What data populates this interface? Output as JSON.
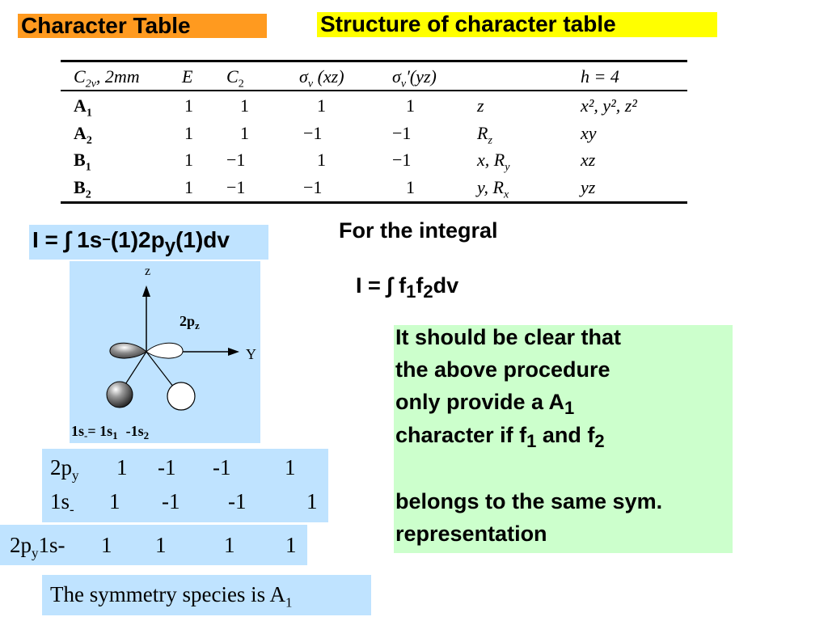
{
  "headers": {
    "left": "Character Table",
    "right": "Structure of character table"
  },
  "char_table": {
    "header": {
      "group": "C",
      "group_sub": "2v",
      "group_rest": ", 2mm",
      "E": "E",
      "C2": "C",
      "C2_sub": "2",
      "sv": "σ",
      "sv_sub": "v",
      "sv_arg": " (xz)",
      "svp": "σ",
      "svp_sub": "v",
      "svp_arg": "′(yz)",
      "h": "h = 4"
    },
    "rows": [
      {
        "label": "A",
        "label_sub": "1",
        "E": "1",
        "C2": "1",
        "sv": "1",
        "svp": "1",
        "basis1": "z",
        "basis2": "x², y², z²"
      },
      {
        "label": "A",
        "label_sub": "2",
        "E": "1",
        "C2": "1",
        "sv": "−1",
        "svp": "−1",
        "basis1": "R",
        "basis1_sub": "z",
        "basis2": "xy"
      },
      {
        "label": "B",
        "label_sub": "1",
        "E": "1",
        "C2": "−1",
        "sv": "1",
        "svp": "−1",
        "basis1": "x, R",
        "basis1_sub": "y",
        "basis2": "xz"
      },
      {
        "label": "B",
        "label_sub": "2",
        "E": "1",
        "C2": "−1",
        "sv": "−1",
        "svp": "1",
        "basis1": "y, R",
        "basis1_sub": "x",
        "basis2": "yz"
      }
    ]
  },
  "integral_formula": {
    "prefix": "I = ∫ 1s",
    "minus": "−",
    "mid": "(1)2p",
    "sub": "y",
    "suffix": "(1)dv"
  },
  "diagram": {
    "axis_z": "z",
    "axis_y": "Y",
    "orbital_label": "2p",
    "orbital_label_sub": "z",
    "caption_a": "1s",
    "caption_a_sub": "-",
    "caption_b": "= 1s",
    "caption_b_sub": "1",
    "caption_c": "-1s",
    "caption_c_sub": "2"
  },
  "for_integral": "For the integral",
  "integral2": {
    "prefix": "I = ∫ f",
    "sub1": "1",
    "mid": "f",
    "sub2": "2",
    "suffix": "dv"
  },
  "note": {
    "line1": "It should be clear that",
    "line2": "the above procedure",
    "line3": "only  provide a A",
    "line3_sub": "1",
    "line4a": "character if f",
    "line4_sub1": "1",
    "line4b": " and f",
    "line4_sub2": "2",
    "line5": "belongs to the same sym.",
    "line6": "representation"
  },
  "rows_2p_1s": {
    "py_label": "2p",
    "py_sub": "y",
    "py_values": [
      "1",
      "-1",
      "-1",
      "1"
    ],
    "s_label": "1s",
    "s_sub": "-",
    "s_values": [
      "1",
      "-1",
      "-1",
      "1"
    ]
  },
  "product_row": {
    "label_a": "2p",
    "label_sub": "y",
    "label_b": "1s-",
    "values": [
      "1",
      "1",
      "1",
      "1"
    ]
  },
  "conclusion": {
    "text": "The symmetry species is  A",
    "sub": "1"
  }
}
